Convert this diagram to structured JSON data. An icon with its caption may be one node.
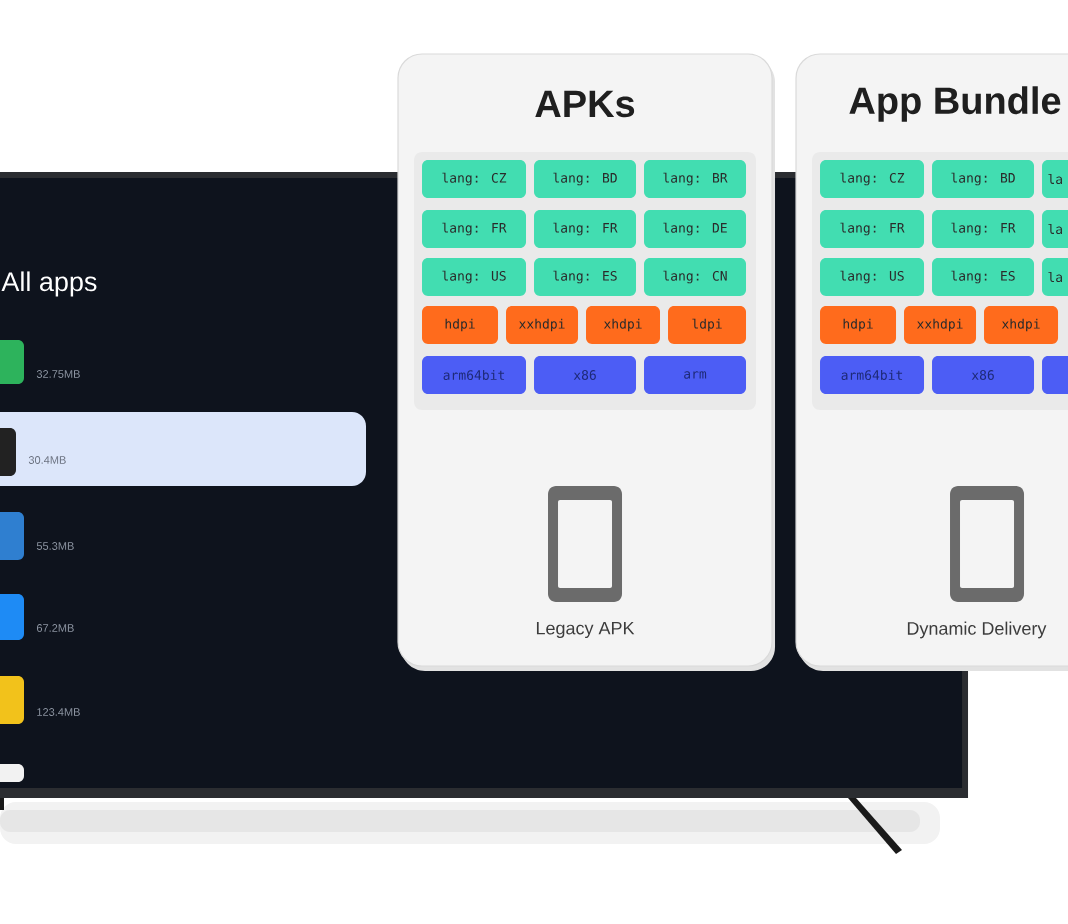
{
  "diagram": {
    "nodes": [
      {
        "text": [
          "30.4MB"
        ]
      },
      {
        "text": [
          "APKs",
          "Legacy APK"
        ]
      },
      {
        "text": [
          "lang: CZ"
        ],
        "in": 1
      },
      {
        "text": [
          "lang: BD"
        ],
        "in": 1
      },
      {
        "text": [
          "lang: BR"
        ],
        "in": 1
      },
      {
        "text": [
          "lang: FR"
        ],
        "in": 1
      },
      {
        "text": [
          "lang: FR"
        ],
        "in": 1
      },
      {
        "text": [
          "lang: DE"
        ],
        "in": 1
      },
      {
        "text": [
          "lang: US"
        ],
        "in": 1
      },
      {
        "text": [
          "lang: ES"
        ],
        "in": 1
      },
      {
        "text": [
          "lang: CN"
        ],
        "in": 1
      },
      {
        "text": [
          "hdpi"
        ],
        "in": 1
      },
      {
        "text": [
          "xxhdpi"
        ],
        "in": 1
      },
      {
        "text": [
          "xhdpi"
        ],
        "in": 1
      },
      {
        "text": [
          "ldpi"
        ],
        "in": 1
      },
      {
        "text": [
          "arm64bit"
        ],
        "in": 1
      },
      {
        "text": [
          "x86"
        ],
        "in": 1
      },
      {
        "text": [
          "arm"
        ],
        "in": 1
      },
      {
        "text": [
          "App Bundle",
          "Dynamic Delivery"
        ]
      },
      {
        "text": [
          "lang: CZ"
        ],
        "in": 18
      },
      {
        "text": [
          "lang: BD"
        ],
        "in": 18
      },
      {
        "text": [
          "la"
        ],
        "in": 18
      },
      {
        "text": [
          "lang: FR"
        ],
        "in": 18
      },
      {
        "text": [
          "lang: FR"
        ],
        "in": 18
      },
      {
        "text": [
          "la"
        ],
        "in": 18
      },
      {
        "text": [
          "lang: US"
        ],
        "in": 18
      },
      {
        "text": [
          "lang: ES"
        ],
        "in": 18
      },
      {
        "text": [
          "la"
        ],
        "in": 18
      },
      {
        "text": [
          "hdpi"
        ],
        "in": 18
      },
      {
        "text": [
          "xxhdpi"
        ],
        "in": 18
      },
      {
        "text": [
          "xhdpi"
        ],
        "in": 18
      },
      {
        "text": [
          "arm64bit"
        ],
        "in": 18
      },
      {
        "text": [
          "x86"
        ],
        "in": 18
      },
      {
        "text": [],
        "shape": "box",
        "in": 18
      }
    ],
    "labels": [
      "All apps",
      "32.75MB",
      "55.3MB",
      "67.2MB",
      "123.4MB"
    ]
  }
}
